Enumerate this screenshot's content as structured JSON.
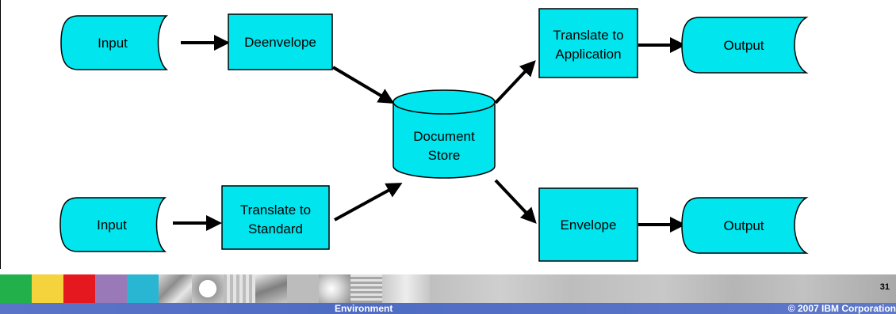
{
  "diagram": {
    "nodes": {
      "input_top": {
        "label": "Input",
        "kind": "data-input"
      },
      "deenvelope": {
        "label": "Deenvelope",
        "kind": "process"
      },
      "input_bottom": {
        "label": "Input",
        "kind": "data-input"
      },
      "translate_standard": {
        "line1": "Translate to",
        "line2": "Standard",
        "kind": "process"
      },
      "document_store": {
        "line1": "Document",
        "line2": "Store",
        "kind": "database"
      },
      "translate_application": {
        "line1": "Translate to",
        "line2": "Application",
        "kind": "process"
      },
      "envelope": {
        "label": "Envelope",
        "kind": "process"
      },
      "output_top": {
        "label": "Output",
        "kind": "data-output"
      },
      "output_bottom": {
        "label": "Output",
        "kind": "data-output"
      }
    },
    "edges": [
      {
        "from": "input_top",
        "to": "deenvelope"
      },
      {
        "from": "deenvelope",
        "to": "document_store"
      },
      {
        "from": "input_bottom",
        "to": "translate_standard"
      },
      {
        "from": "translate_standard",
        "to": "document_store"
      },
      {
        "from": "document_store",
        "to": "translate_application"
      },
      {
        "from": "document_store",
        "to": "envelope"
      },
      {
        "from": "translate_application",
        "to": "output_top"
      },
      {
        "from": "envelope",
        "to": "output_bottom"
      }
    ],
    "colors": {
      "node_fill": "#00e5ee",
      "stroke": "#000000"
    }
  },
  "footer": {
    "section_title": "Environment",
    "copyright": "© 2007 IBM Corporation",
    "page_number": "31",
    "strip_colors": [
      "#22b04b",
      "#f5d33c",
      "#e5171f",
      "#9a79b8",
      "#29b6d2"
    ],
    "bar_color": "#5570c6"
  }
}
